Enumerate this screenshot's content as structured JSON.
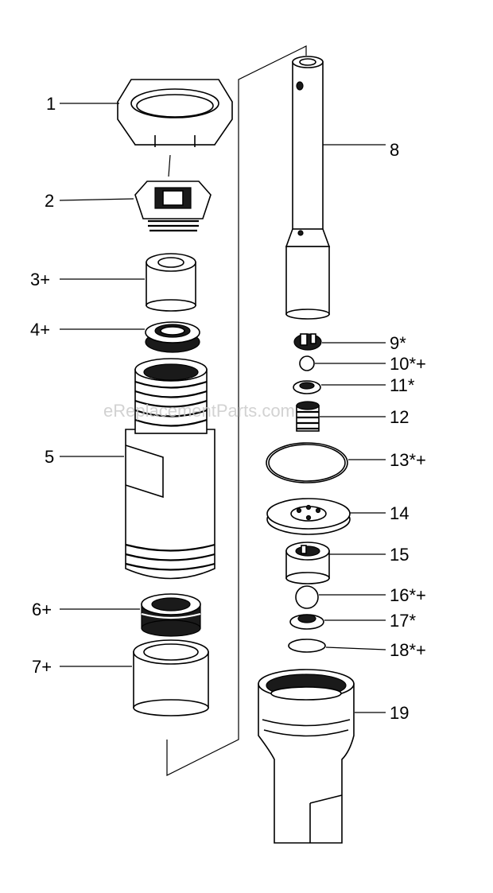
{
  "watermark": "eReplacementParts.com",
  "callouts": {
    "c1": "1",
    "c2": "2",
    "c3": "3+",
    "c4": "4+",
    "c5": "5",
    "c6": "6+",
    "c7": "7+",
    "c8": "8",
    "c9": "9*",
    "c10": "10*+",
    "c11": "11*",
    "c12": "12",
    "c13": "13*+",
    "c14": "14",
    "c15": "15",
    "c16": "16*+",
    "c17": "17*",
    "c18": "18*+",
    "c19": "19"
  }
}
